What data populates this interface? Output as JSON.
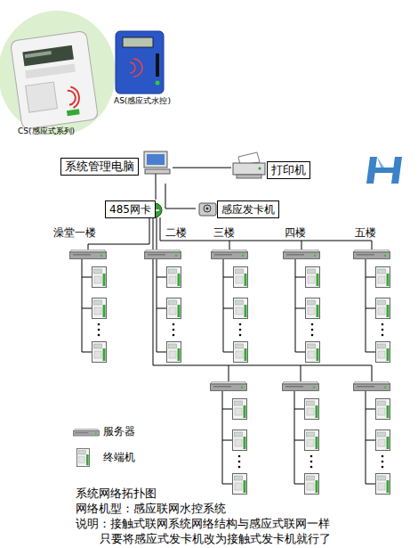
{
  "diagram": {
    "caption": "系统网络拓扑图",
    "nodes": [
      {
        "text": [
          "系统管理电脑"
        ]
      },
      {
        "text": [
          "打印机"
        ]
      },
      {
        "text": [
          "485网卡"
        ]
      },
      {
        "text": [
          "感应发卡机"
        ]
      }
    ],
    "edges": [
      {
        "from": 0,
        "to": 1,
        "arrow": "none"
      },
      {
        "from": 0,
        "to": 2,
        "arrow": "none"
      },
      {
        "from": 0,
        "to": 3,
        "arrow": "none"
      }
    ],
    "labels": [
      "AS(感应式水控)",
      "CS(感应式系列)",
      "澡堂一楼",
      "二楼",
      "三楼",
      "四楼",
      "五楼",
      "网络机型：感应联网水控系统",
      "说明：接触式联网系统网络结构与感应式联网一样",
      "只要将感应式发卡机改为接触式发卡机就行了"
    ],
    "legend": [
      {
        "text": "服务器"
      },
      {
        "text": "终端机"
      }
    ]
  }
}
